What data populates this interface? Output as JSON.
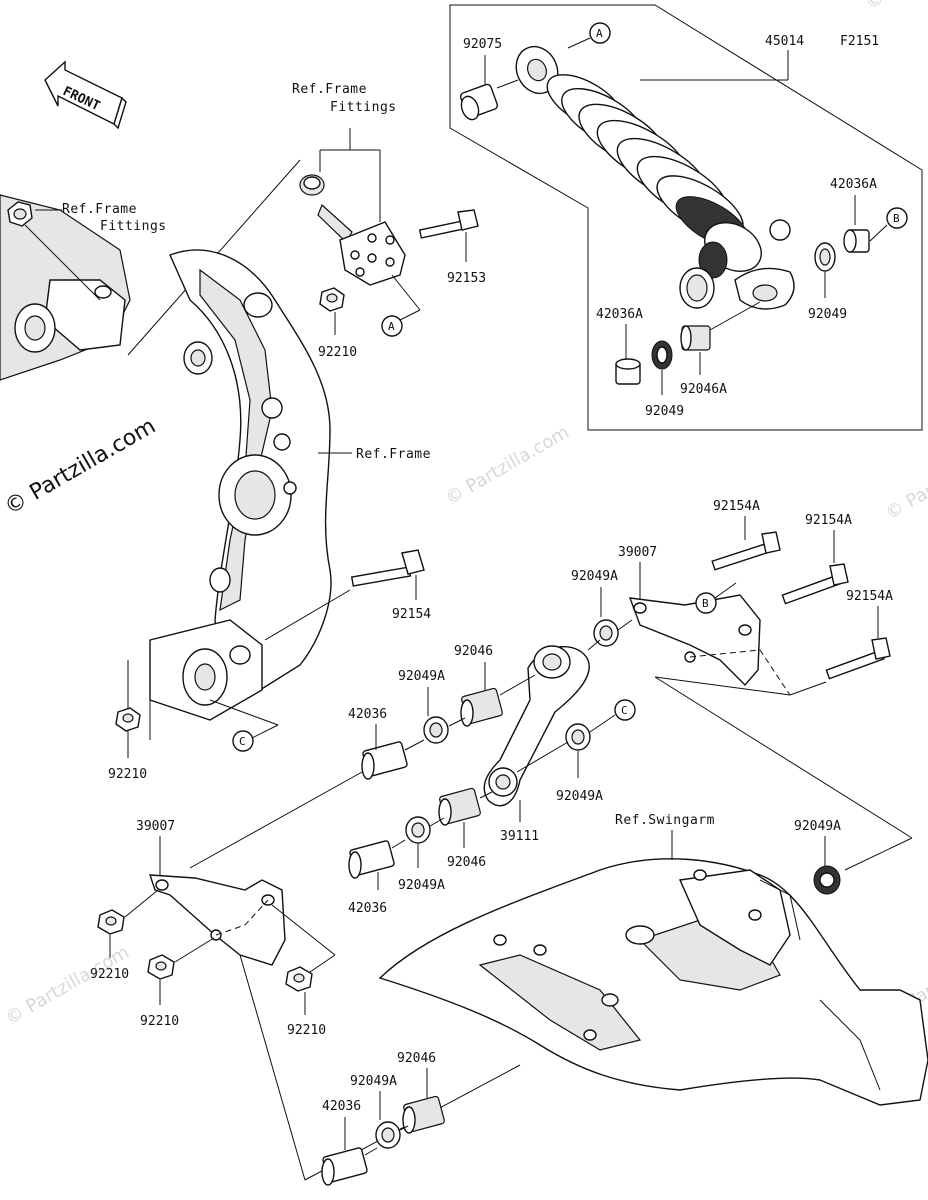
{
  "diagram_code": "F2151",
  "front_label": "FRONT",
  "watermark_main": "© Partzilla.com",
  "watermark_faint": "© Partzilla.com",
  "callouts": {
    "a": "A",
    "b": "B",
    "c": "C"
  },
  "references": {
    "frame_fittings_1_line1": "Ref.Frame",
    "frame_fittings_1_line2": "Fittings",
    "frame_fittings_2_line1": "Ref.Frame",
    "frame_fittings_2_line2": "Fittings",
    "frame": "Ref.Frame",
    "swingarm": "Ref.Swingarm"
  },
  "parts": {
    "p92075": "92075",
    "p45014": "45014",
    "p42036A_top": "42036A",
    "p42036A_left": "42036A",
    "p92049_right": "92049",
    "p92049_left": "92049",
    "p92046A": "92046A",
    "p92153": "92153",
    "p92210_top": "92210",
    "p92154": "92154",
    "p92210_mid": "92210",
    "p92154A_1": "92154A",
    "p92154A_2": "92154A",
    "p92154A_3": "92154A",
    "p39007_right": "39007",
    "p92049A_1": "92049A",
    "p92046_1": "92046",
    "p92049A_2": "92049A",
    "p42036_1": "42036",
    "p92049A_3": "92049A",
    "p39111": "39111",
    "p92046_2": "92046",
    "p92049A_4": "92049A",
    "p42036_2": "42036",
    "p39007_left": "39007",
    "p92049A_5": "92049A",
    "p92210_a": "92210",
    "p92210_b": "92210",
    "p92210_c": "92210",
    "p92046_3": "92046",
    "p92049A_6": "92049A",
    "p42036_3": "42036"
  }
}
